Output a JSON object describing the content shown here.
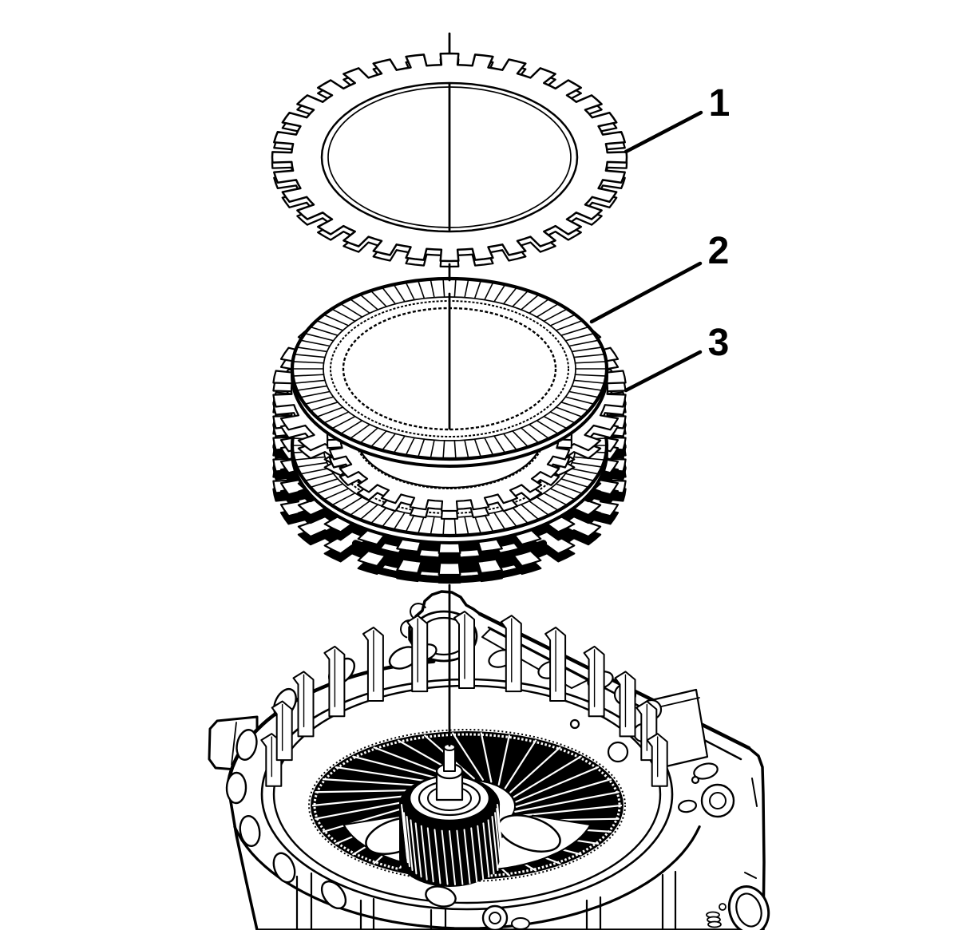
{
  "figure": {
    "type": "exploded-view-diagram",
    "subject": "transmission clutch plate stack and case",
    "background_color": "#ffffff",
    "line_color": "#000000",
    "callouts": [
      {
        "label": "1"
      },
      {
        "label": "2"
      },
      {
        "label": "3"
      }
    ]
  }
}
